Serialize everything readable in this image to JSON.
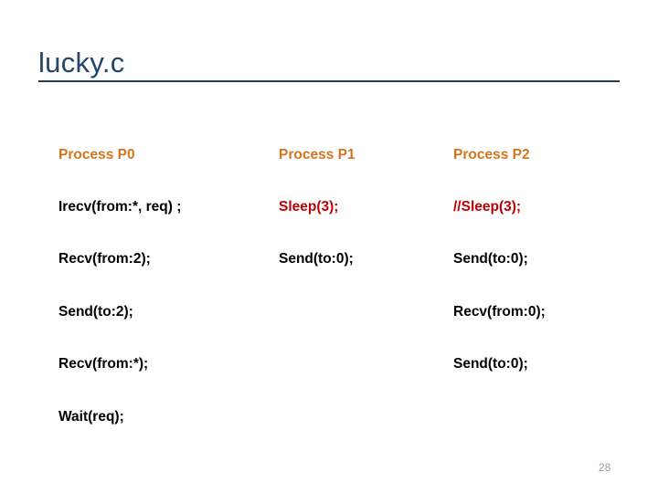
{
  "slide": {
    "title": "lucky.c",
    "page_number": "28",
    "accent_title_color": "#24466B",
    "rule_color": "#2A4155",
    "header_color": "#D4761E",
    "body_color": "#000000",
    "highlight_color": "#C00000",
    "page_number_color": "#9A9A9A",
    "background_color": "#FFFFFF"
  },
  "table": {
    "headers": [
      {
        "label": "Process P0",
        "color": "#D4761E"
      },
      {
        "label": "Process P1",
        "color": "#D4761E"
      },
      {
        "label": "Process P2",
        "color": "#D4761E"
      }
    ],
    "rows": [
      {
        "cells": [
          {
            "text": "Irecv(from:*, req) ;",
            "color": "#000000"
          },
          {
            "text": "Sleep(3);",
            "color": "#C00000"
          },
          {
            "text": "//Sleep(3);",
            "color": "#C00000"
          }
        ]
      },
      {
        "cells": [
          {
            "text": "Recv(from:2);",
            "color": "#000000"
          },
          {
            "text": "Send(to:0);",
            "color": "#000000"
          },
          {
            "text": "Send(to:0);",
            "color": "#000000"
          }
        ]
      },
      {
        "cells": [
          {
            "text": "Send(to:2);",
            "color": "#000000"
          },
          {
            "text": "",
            "color": "#000000"
          },
          {
            "text": "Recv(from:0);",
            "color": "#000000"
          }
        ]
      },
      {
        "cells": [
          {
            "text": "Recv(from:*);",
            "color": "#000000"
          },
          {
            "text": "",
            "color": "#000000"
          },
          {
            "text": "Send(to:0);",
            "color": "#000000"
          }
        ]
      },
      {
        "cells": [
          {
            "text": "Wait(req);",
            "color": "#000000"
          },
          {
            "text": "",
            "color": "#000000"
          },
          {
            "text": "",
            "color": "#000000"
          }
        ]
      }
    ]
  }
}
